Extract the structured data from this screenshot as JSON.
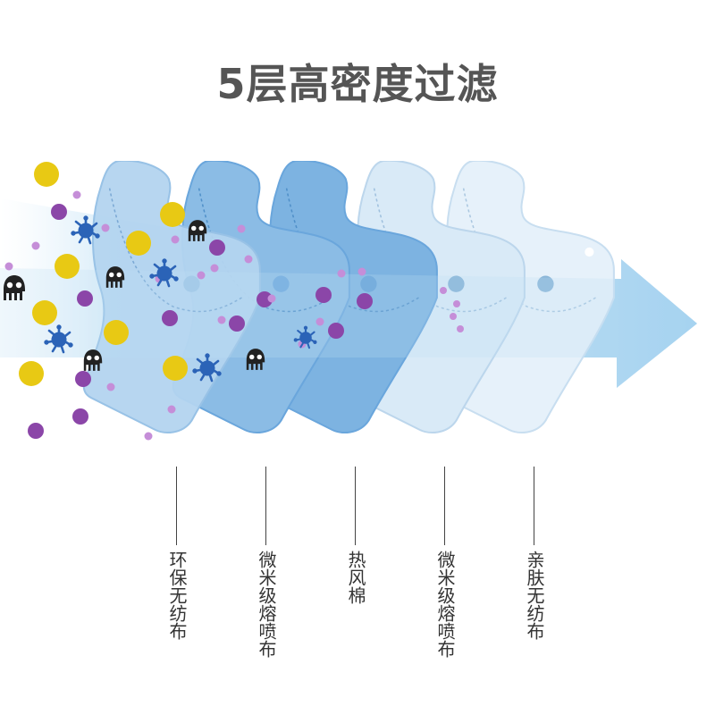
{
  "title": "5层高密度过滤",
  "colors": {
    "title": "#555555",
    "arrow": "#9dcfee",
    "layer_light": "#dcecf8",
    "layer_mid": "#b6d6f0",
    "layer_dark": "#6aa6dc",
    "particle_yellow": "#e8c914",
    "particle_purple": "#8b46a8",
    "particle_purple_light": "#c58ed8",
    "germ_blue": "#2b63b7",
    "skull": "#222222"
  },
  "icons": [
    "germ-icon",
    "skull-icon",
    "particle-icon"
  ],
  "layers": [
    {
      "label": "环保无纺布"
    },
    {
      "label": "微米级熔喷布"
    },
    {
      "label": "热风棉"
    },
    {
      "label": "微米级熔喷布"
    },
    {
      "label": "亲肤无纺布"
    }
  ]
}
